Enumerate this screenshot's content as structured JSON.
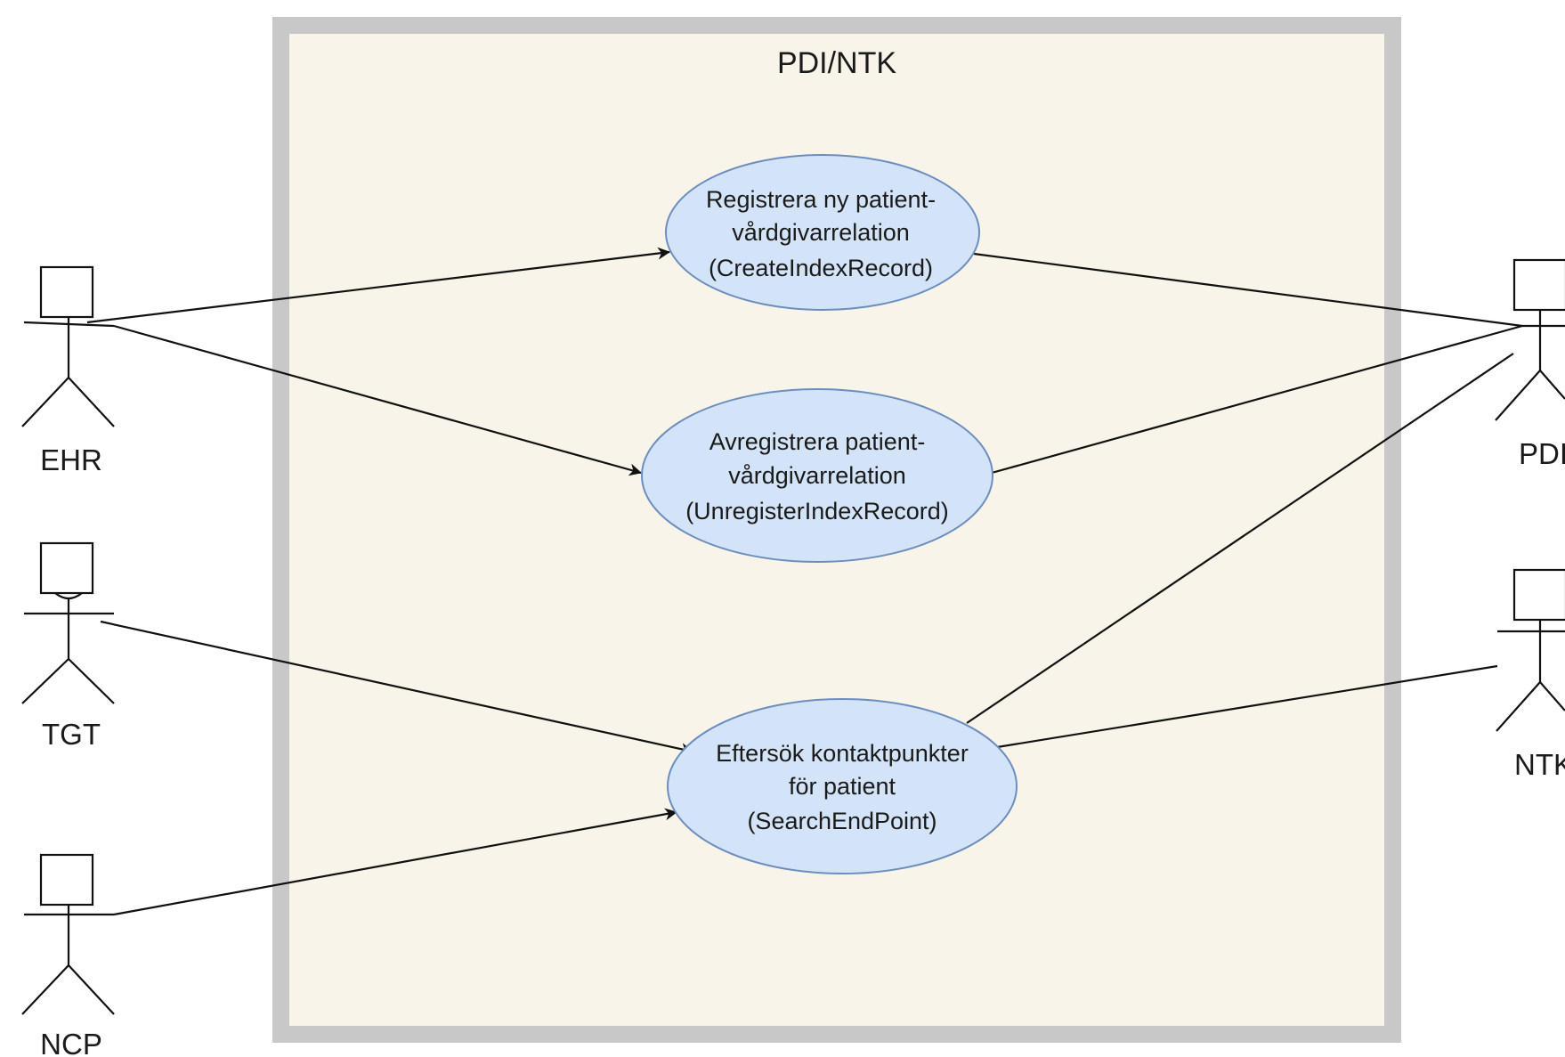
{
  "system": {
    "title": "PDI/NTK",
    "border_color": "#c8c8c8",
    "fill_color": "#f8f4ea"
  },
  "use_cases": {
    "register": {
      "lines": [
        "Registrera ny patient-",
        "vårdgivarrelation",
        "(CreateIndexRecord)"
      ]
    },
    "unregister": {
      "lines": [
        "Avregistrera patient-",
        "vårdgivarrelation",
        "(UnregisterIndexRecord)"
      ]
    },
    "search": {
      "lines": [
        "Eftersök kontaktpunkter",
        "för patient",
        "(SearchEndPoint)"
      ]
    },
    "fill_color": "#d4e4f8",
    "stroke_color": "#6c8ebf"
  },
  "actors": {
    "ehr": {
      "label": "EHR"
    },
    "tgt": {
      "label": "TGT"
    },
    "ncp": {
      "label": "NCP"
    },
    "pdi": {
      "label": "PDI"
    },
    "ntk": {
      "label": "NTK"
    }
  }
}
